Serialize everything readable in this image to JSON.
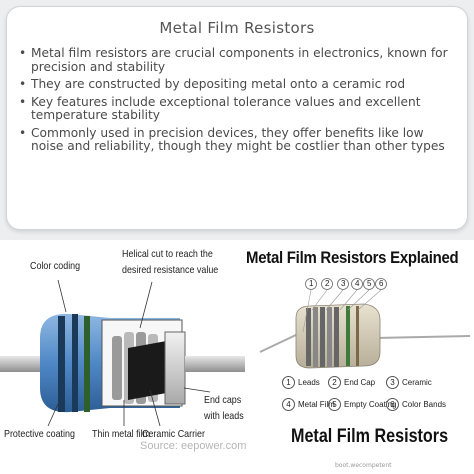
{
  "card": {
    "title": "Metal Film Resistors",
    "bullets": [
      "Metal film resistors are crucial components in electronics, known for precision and stability",
      "They are constructed by depositing metal onto a ceramic rod",
      "Key features include exceptional tolerance values and excellent temperature stability",
      "Commonly used in precision devices, they offer benefits like low noise and reliability, though they might be costlier than other types"
    ]
  },
  "diagram_left": {
    "labels": {
      "color_coding": "Color coding",
      "helical_cut_1": "Helical cut to reach the",
      "helical_cut_2": "desired resistance value",
      "protective_coating": "Protective coating",
      "thin_metal_film": "Thin metal film",
      "ceramic_carrier": "Ceramic Carrier",
      "end_caps_1": "End caps",
      "end_caps_2": "with leads"
    },
    "source": "Source: eepower.com",
    "colors": {
      "coating": "#4f88c6",
      "bands": "#1b3a5a",
      "cap": "#d8d8d8",
      "ceramic": "#1a1a1a"
    }
  },
  "diagram_right": {
    "title": "Metal Film Resistors Explained",
    "numbers": [
      "1",
      "2",
      "3",
      "4",
      "5",
      "6"
    ],
    "legend": [
      {
        "num": "1",
        "label": "Leads"
      },
      {
        "num": "2",
        "label": "End Cap"
      },
      {
        "num": "3",
        "label": "Ceramic"
      },
      {
        "num": "4",
        "label": "Metal Film"
      },
      {
        "num": "5",
        "label": "Empty Coating"
      },
      {
        "num": "6",
        "label": "Color Bands"
      }
    ],
    "bottom_title": "Metal Film Resistors",
    "attribution": "boot.wecompetent"
  }
}
